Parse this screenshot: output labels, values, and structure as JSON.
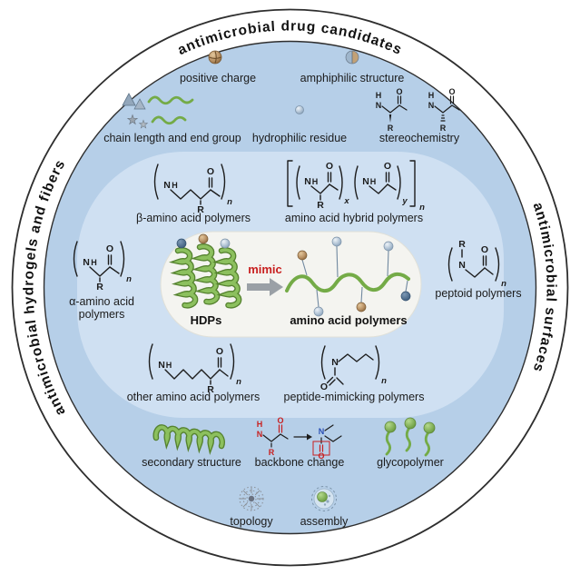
{
  "ring_labels": {
    "top": "antimicrobial drug candidates",
    "left": "antimicrobial hydrogels and fibers",
    "right": "antimicrobial surfaces"
  },
  "features": {
    "positive_charge": "positive charge",
    "amphiphilic": "amphiphilic structure",
    "chain_length": "chain length and end group",
    "hydrophilic": "hydrophilic residue",
    "stereochemistry": "stereochemistry",
    "secondary_structure": "secondary structure",
    "backbone_change": "backbone change",
    "glycopolymer": "glycopolymer",
    "topology": "topology",
    "assembly": "assembly"
  },
  "polymers": {
    "beta": "β-amino acid polymers",
    "hybrid": "amino acid hybrid polymers",
    "alpha_line1": "α-amino acid",
    "alpha_line2": "polymers",
    "peptoid": "peptoid polymers",
    "other": "other amino acid polymers",
    "mimicking": "peptide-mimicking polymers"
  },
  "center": {
    "hdps": "HDPs",
    "mimic": "mimic",
    "polymers": "amino acid polymers"
  },
  "chem": {
    "N": "N",
    "H": "H",
    "R": "R",
    "O": "O",
    "n": "n",
    "x": "x",
    "y": "y"
  },
  "colors": {
    "ring_blue": "#b6cfe8",
    "panel_blue": "#cfe0f2",
    "capsule_bg": "#f4f4f0",
    "green_light": "#8cc05e",
    "green_mid": "#74ab47",
    "green_dark": "#55822f",
    "red_accent": "#c81f1f",
    "blue_atom": "#2b50b5",
    "arrow_gray": "#9aa0a6",
    "outline": "#2e2e2e"
  }
}
